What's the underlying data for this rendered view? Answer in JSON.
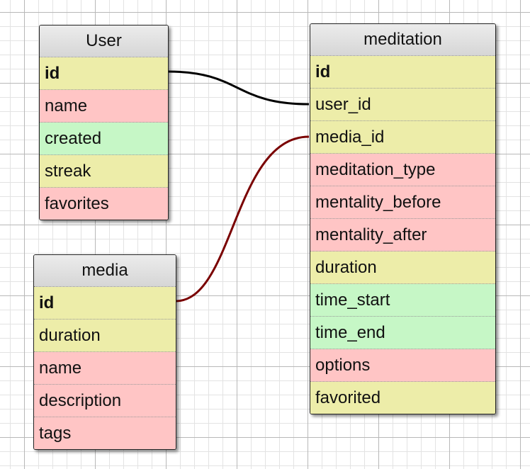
{
  "tables": {
    "user": {
      "title": "User",
      "fields": [
        {
          "name": "id",
          "color": "yellow",
          "key": true
        },
        {
          "name": "name",
          "color": "red"
        },
        {
          "name": "created",
          "color": "green"
        },
        {
          "name": "streak",
          "color": "yellow"
        },
        {
          "name": "favorites",
          "color": "red"
        }
      ]
    },
    "media": {
      "title": "media",
      "fields": [
        {
          "name": "id",
          "color": "yellow",
          "key": true
        },
        {
          "name": "duration",
          "color": "yellow"
        },
        {
          "name": "name",
          "color": "red"
        },
        {
          "name": "description",
          "color": "red"
        },
        {
          "name": "tags",
          "color": "red"
        }
      ]
    },
    "meditation": {
      "title": "meditation",
      "fields": [
        {
          "name": "id",
          "color": "yellow",
          "key": true
        },
        {
          "name": "user_id",
          "color": "yellow"
        },
        {
          "name": "media_id",
          "color": "yellow"
        },
        {
          "name": "meditation_type",
          "color": "red"
        },
        {
          "name": "mentality_before",
          "color": "red"
        },
        {
          "name": "mentality_after",
          "color": "red"
        },
        {
          "name": "duration",
          "color": "yellow"
        },
        {
          "name": "time_start",
          "color": "green"
        },
        {
          "name": "time_end",
          "color": "green"
        },
        {
          "name": "options",
          "color": "red"
        },
        {
          "name": "favorited",
          "color": "yellow"
        }
      ]
    }
  },
  "relations": [
    {
      "from": "User.id",
      "to": "meditation.user_id",
      "color": "#000000"
    },
    {
      "from": "media.id",
      "to": "meditation.media_id",
      "color": "#7a0000"
    }
  ],
  "colors": {
    "yellow": "#ededa9",
    "red": "#ffc5c5",
    "green": "#c6f7c6"
  }
}
